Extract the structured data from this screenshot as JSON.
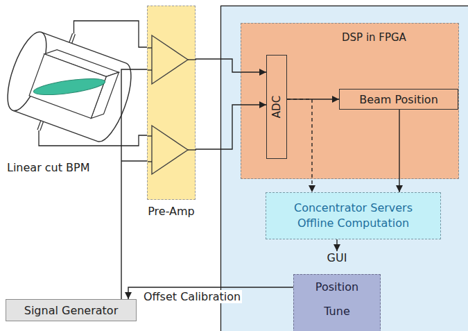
{
  "diagram": {
    "nodes": [
      {
        "text": [
          "Pre-Amp"
        ]
      },
      {
        "text": [
          "DSP in FPGA"
        ]
      },
      {
        "text": [
          "ADC"
        ],
        "in": 1
      },
      {
        "text": [
          "Beam Position"
        ],
        "in": 1
      },
      {
        "text": [
          "Concentrator Servers Offline Computation"
        ]
      },
      {
        "text": [
          "GUI",
          "Position",
          "Tune"
        ]
      },
      {
        "text": [
          "Signal Generator"
        ]
      }
    ],
    "edges": [
      {
        "from": 0,
        "to": 2,
        "arrow": "to"
      },
      {
        "from": 0,
        "to": 2,
        "arrow": "to"
      },
      {
        "from": 2,
        "to": 3,
        "arrow": "to"
      },
      {
        "from": 2,
        "to": 4,
        "arrow": "to"
      },
      {
        "from": 3,
        "to": 4,
        "arrow": "to"
      },
      {
        "from": 4,
        "to": 5,
        "arrow": "to"
      },
      {
        "from": 5,
        "to": 6,
        "arrow": "to",
        "label": "Offset Calibration"
      },
      {
        "from": 6,
        "to": 0,
        "arrow": "none"
      }
    ],
    "labels": [
      "Linear cut BPM"
    ]
  }
}
